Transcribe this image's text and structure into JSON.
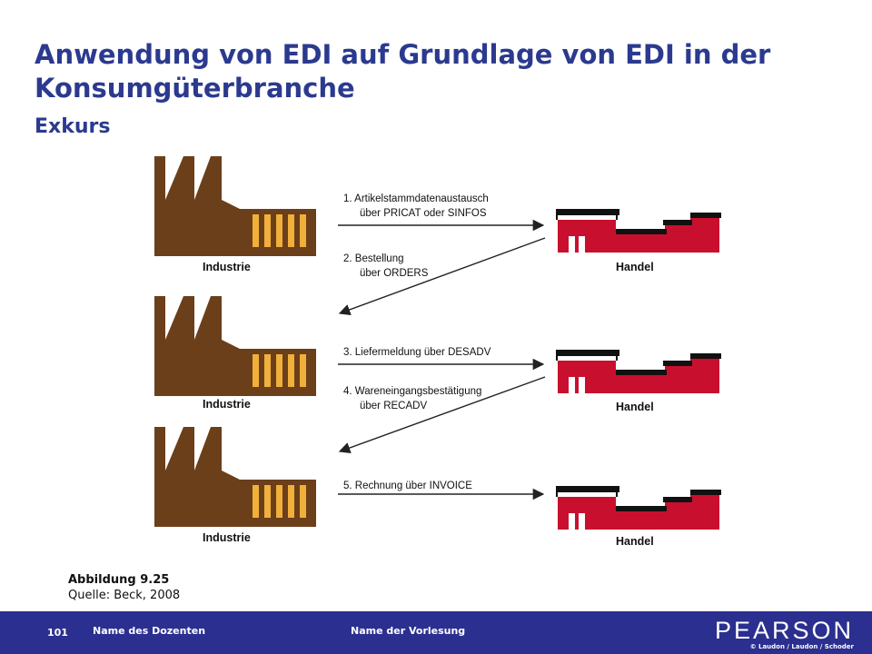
{
  "slide": {
    "title": "Anwendung von EDI auf Grundlage von EDI in der Konsumgüterbranche",
    "subtitle": "Exkurs"
  },
  "diagram": {
    "industry_label": "Industrie",
    "retail_label": "Handel",
    "messages": [
      {
        "line1": "1. Artikelstammdatenaustausch",
        "line2": "über PRICAT oder SINFOS",
        "direction": "to-retail"
      },
      {
        "line1": "2. Bestellung",
        "line2": "über ORDERS",
        "direction": "to-industry"
      },
      {
        "line1": "3. Liefermeldung über DESADV",
        "line2": "",
        "direction": "to-retail"
      },
      {
        "line1": "4. Wareneingangsbestätigung",
        "line2": "über RECADV",
        "direction": "to-industry"
      },
      {
        "line1": "5. Rechnung über INVOICE",
        "line2": "",
        "direction": "to-retail"
      }
    ],
    "colors": {
      "factory": "#6b3f1a",
      "factory_windows": "#f0b03a",
      "retail": "#c8102e",
      "arrow": "#222222"
    }
  },
  "caption": {
    "figure": "Abbildung 9.25",
    "source": "Quelle: Beck, 2008"
  },
  "footer": {
    "page_number": "101",
    "lecturer": "Name des Dozenten",
    "course": "Name der Vorlesung",
    "brand": "PEARSON",
    "credit": "© Laudon / Laudon / Schoder",
    "background": "#2b2f8f"
  }
}
